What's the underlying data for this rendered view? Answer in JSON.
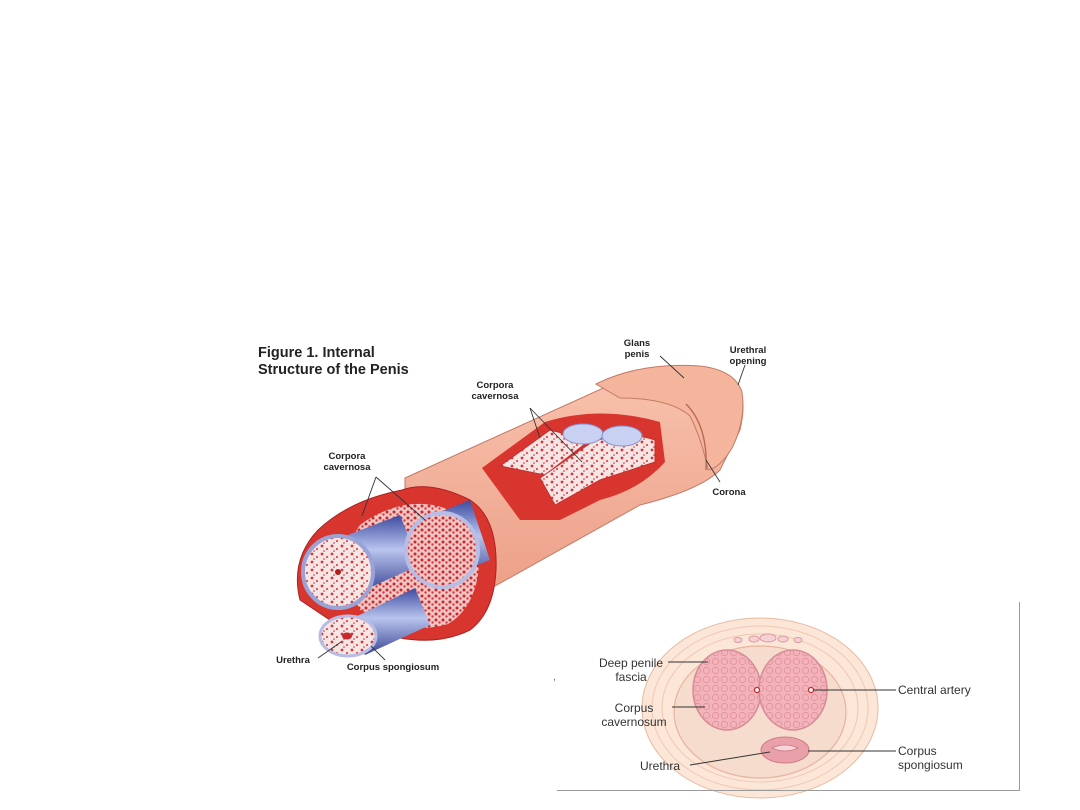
{
  "figure1": {
    "title_line1": "Figure 1. Internal",
    "title_line2": "Structure of the Penis",
    "labels": {
      "glans_penis_1": "Glans",
      "glans_penis_2": "penis",
      "urethral_opening_1": "Urethral",
      "urethral_opening_2": "opening",
      "corpora_top_1": "Corpora",
      "corpora_top_2": "cavernosa",
      "corpora_left_1": "Corpora",
      "corpora_left_2": "cavernosa",
      "corona": "Corona",
      "urethra": "Urethra",
      "corpus_spongiosum": "Corpus spongiosum"
    }
  },
  "figure2": {
    "labels": {
      "deep_fascia_1": "Deep penile",
      "deep_fascia_2": "fascia",
      "corpus_cav_1": "Corpus",
      "corpus_cav_2": "cavernosum",
      "urethra": "Urethra",
      "central_artery": "Central artery",
      "corpus_spong_1": "Corpus",
      "corpus_spong_2": "spongiosum"
    }
  },
  "colors": {
    "skin": "#f2a48c",
    "skin_dark": "#e8907a",
    "tissue_red": "#d8352e",
    "spongy_pink": "#f3d6d8",
    "tube_blue": "#6a78c4",
    "cross_section_pink": "#f2b0b8",
    "fascia_peach": "#f8d8c4"
  }
}
